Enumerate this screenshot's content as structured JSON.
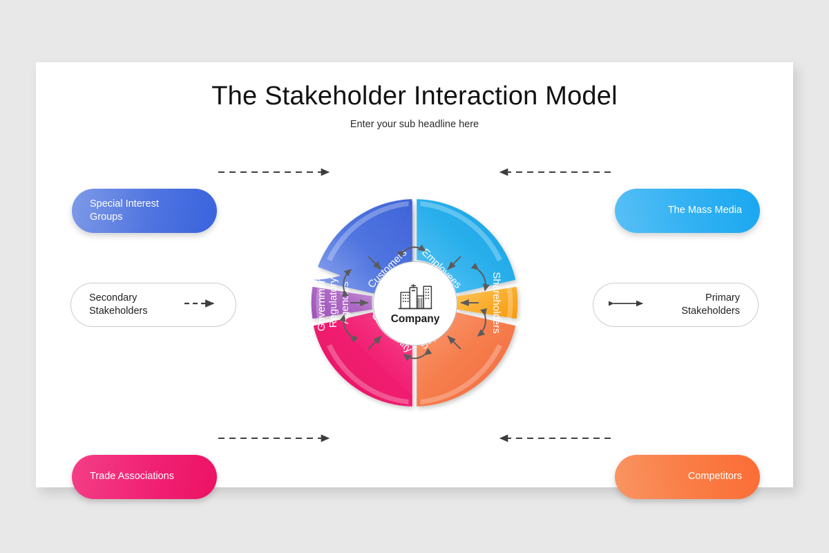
{
  "slide": {
    "title": "The Stakeholder Interaction Model",
    "subtitle": "Enter your sub headline here",
    "background_color": "#e8e8e8",
    "card_color": "#ffffff"
  },
  "center": {
    "label": "Company",
    "icon": "office-building-icon"
  },
  "wheel": {
    "segments": [
      {
        "id": "customers",
        "label": "Customers",
        "color": "#4a6fdd",
        "color_light": "#7b97e9",
        "position": "top-left"
      },
      {
        "id": "employees",
        "label": "Employees",
        "color": "#27ace9",
        "color_light": "#56c2f2",
        "position": "top-right"
      },
      {
        "id": "shareholders",
        "label": "Shareholders",
        "color": "#f4a423",
        "color_light": "#ffc255",
        "position": "right"
      },
      {
        "id": "suppliers",
        "label": "Suppliers",
        "color": "#f4774a",
        "color_light": "#f9966e",
        "position": "bottom-right"
      },
      {
        "id": "community",
        "label": "Community",
        "color": "#ee1f6e",
        "color_light": "#f7458c",
        "position": "bottom-left"
      },
      {
        "id": "government",
        "label": "Government\nRegulatory\nAgencies",
        "color": "#a964c0",
        "color_light": "#c08ed3",
        "position": "left",
        "label_lines": [
          "Government",
          "Regulatory",
          "Agencies"
        ]
      }
    ]
  },
  "side_labels": [
    {
      "id": "special-interest-groups",
      "text": "Special Interest\nGroups",
      "lines": [
        "Special Interest",
        "Groups"
      ],
      "side": "left",
      "style": "filled",
      "color": "#4a6fdd",
      "connects_to": "customers"
    },
    {
      "id": "secondary-stakeholders",
      "text": "Secondary\nStakeholders",
      "lines": [
        "Secondary",
        "Stakeholders"
      ],
      "side": "left",
      "style": "outlined",
      "legend": "dashed-arrow-right"
    },
    {
      "id": "trade-associations",
      "text": "Trade Associations",
      "lines": [
        "Trade Associations"
      ],
      "side": "left",
      "style": "filled",
      "color": "#ee1f6e",
      "connects_to": "community"
    },
    {
      "id": "the-mass-media",
      "text": "The Mass Media",
      "lines": [
        "The Mass Media"
      ],
      "side": "right",
      "style": "filled",
      "color": "#27ace9",
      "connects_to": "employees"
    },
    {
      "id": "primary-stakeholders",
      "text": "Primary\nStakeholders",
      "lines": [
        "Primary",
        "Stakeholders"
      ],
      "side": "right",
      "style": "outlined",
      "legend": "double-headed-arrow"
    },
    {
      "id": "competitors",
      "text": "Competitors",
      "lines": [
        "Competitors"
      ],
      "side": "right",
      "style": "filled",
      "color": "#f4774a",
      "connects_to": "suppliers"
    }
  ],
  "legend": {
    "dashed_label": "Secondary Stakeholders",
    "solid_label": "Primary Stakeholders"
  }
}
